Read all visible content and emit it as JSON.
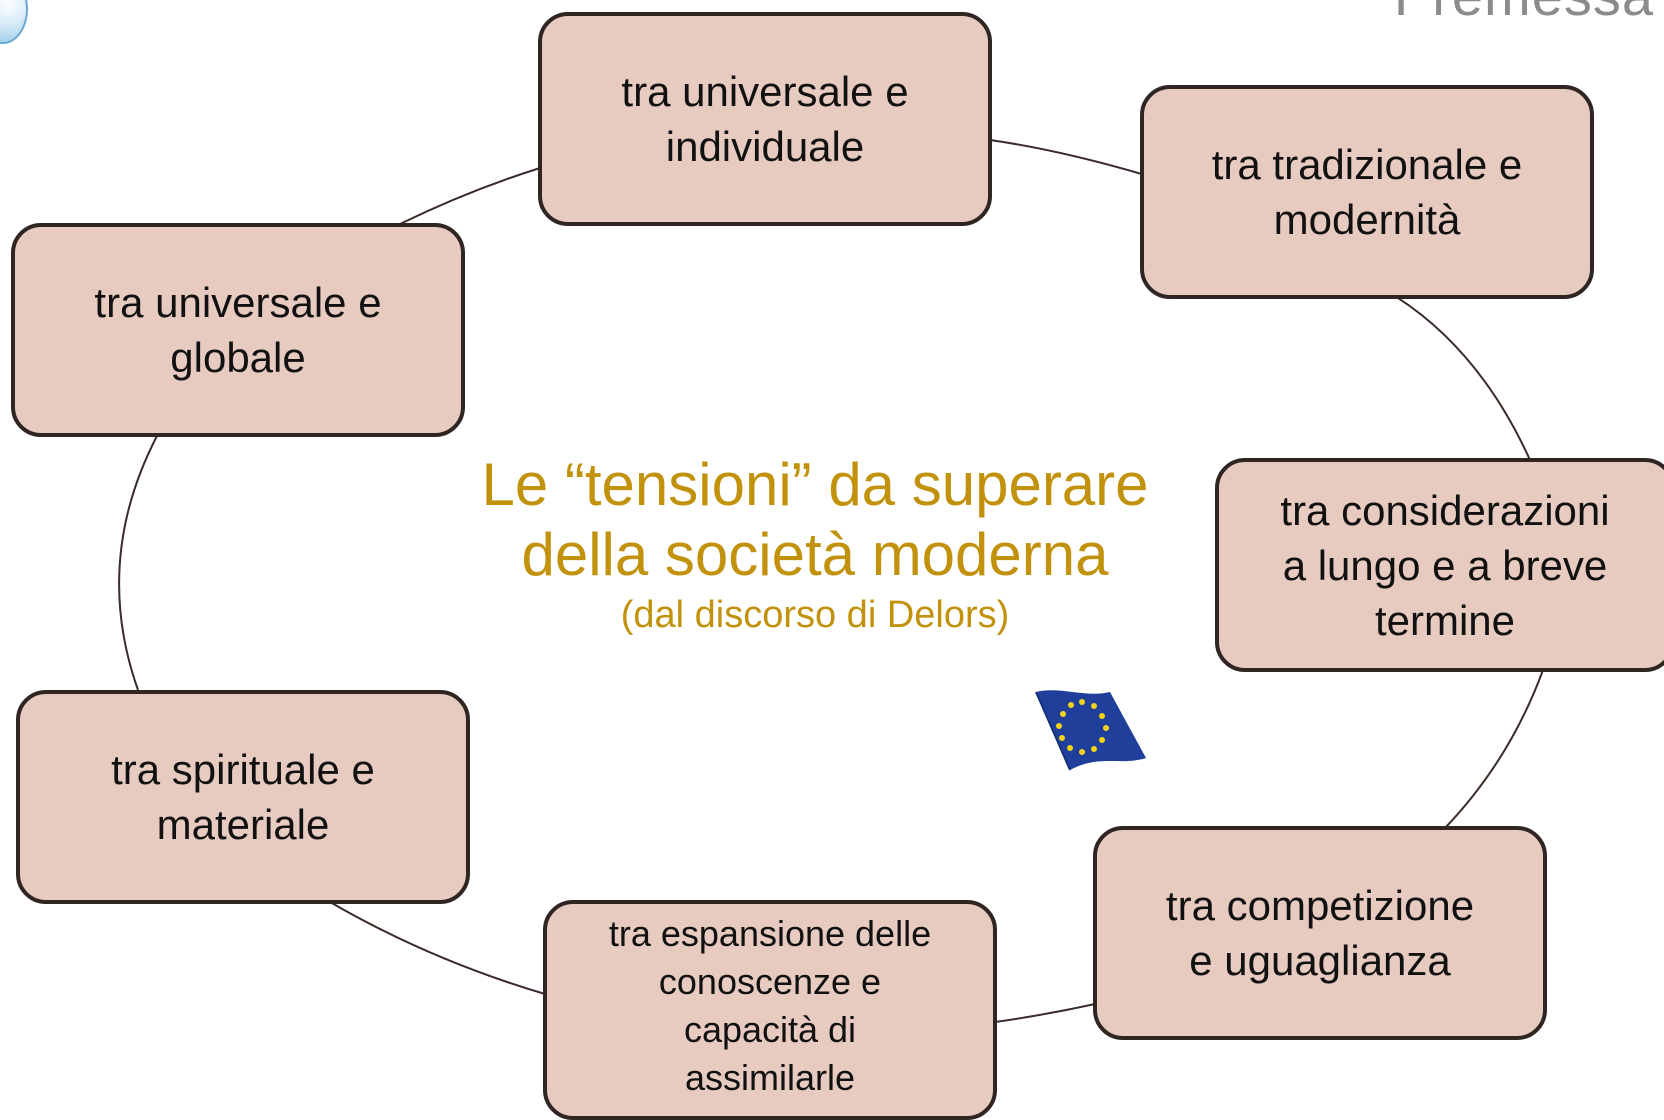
{
  "slide_title": "Premessa",
  "center": {
    "title": "Le “tensioni” da superare\ndella società moderna",
    "subtitle": "(dal discorso di Delors)"
  },
  "nodes": [
    {
      "label": "tra universale e\nindividuale"
    },
    {
      "label": "tra tradizionale e\nmodernità"
    },
    {
      "label": "tra considerazioni\na lungo e a breve\ntermine"
    },
    {
      "label": "tra competizione\ne uguaglianza"
    },
    {
      "label": "tra espansione delle\nconoscenze e\ncapacità di\nassimilarle"
    },
    {
      "label": "tra spirituale e\nmateriale"
    },
    {
      "label": "tra universale e\nglobale"
    }
  ],
  "colors": {
    "node_fill": "#e8cbc0",
    "node_border": "#2f2522",
    "connector": "#3a2c28",
    "center_text": "#c2920c",
    "title_text": "#8b8b8b"
  },
  "icons": [
    "eu-flag-icon",
    "decorative-ball-icon"
  ]
}
